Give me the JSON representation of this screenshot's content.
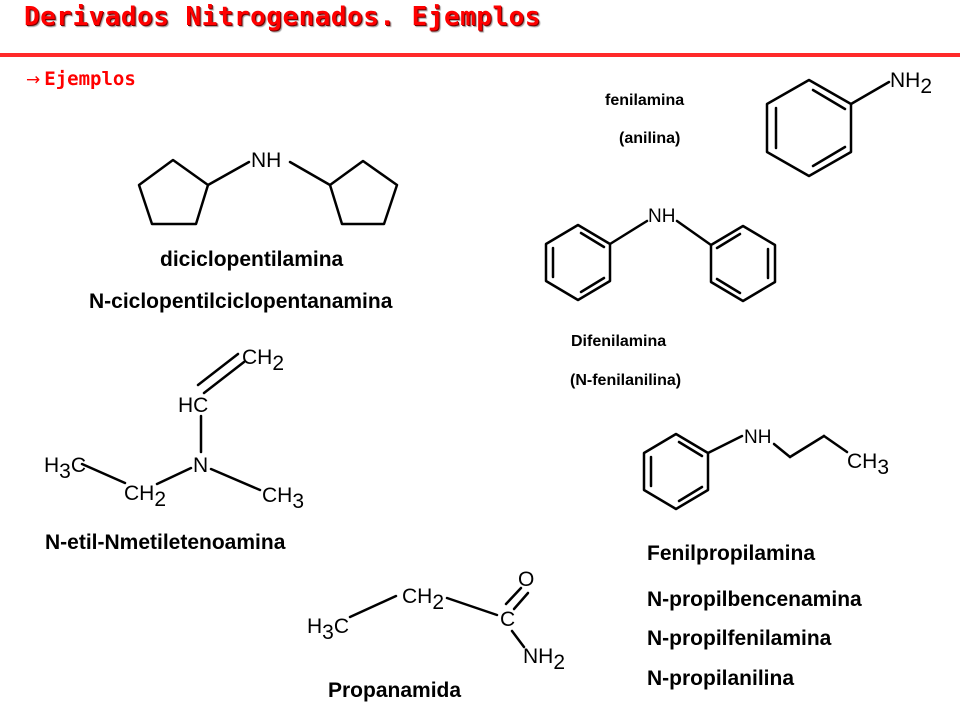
{
  "title": "Derivados Nitrogenados. Ejemplos",
  "bullet": {
    "arrow": "→",
    "text": "Ejemplos"
  },
  "molecules": {
    "anilina": {
      "name1": "fenilamina",
      "name2": "(anilina)",
      "atom_nh2": "NH",
      "sub_2": "2"
    },
    "diciclopentilamina": {
      "name1": "diciclopentilamina",
      "name2": "N-ciclopentilciclopentanamina",
      "atom_nh": "NH"
    },
    "difenilamina": {
      "name1": "Difenilamina",
      "name2": "(N-fenilanilina)",
      "atom_nh": "NH"
    },
    "etilmetiletenoamina": {
      "name": "N-etil-Nmetiletenoamina",
      "atom_ch": "CH",
      "atom_hc": "HC",
      "atom_n": "N",
      "atom_h": "H",
      "atom_c": "C",
      "sub_2": "2",
      "sub_3": "3"
    },
    "fenilpropilamina": {
      "names": [
        "Fenilpropilamina",
        "N-propilbencenamina",
        "N-propilfenilamina",
        "N-propilanilina"
      ],
      "atom_nh": "NH",
      "atom_ch": "CH",
      "sub_3": "3"
    },
    "propanamida": {
      "name": "Propanamida",
      "atom_h": "H",
      "atom_c": "C",
      "atom_ch": "CH",
      "atom_o": "O",
      "atom_nh": "NH",
      "sub_2": "2",
      "sub_3": "3"
    }
  }
}
